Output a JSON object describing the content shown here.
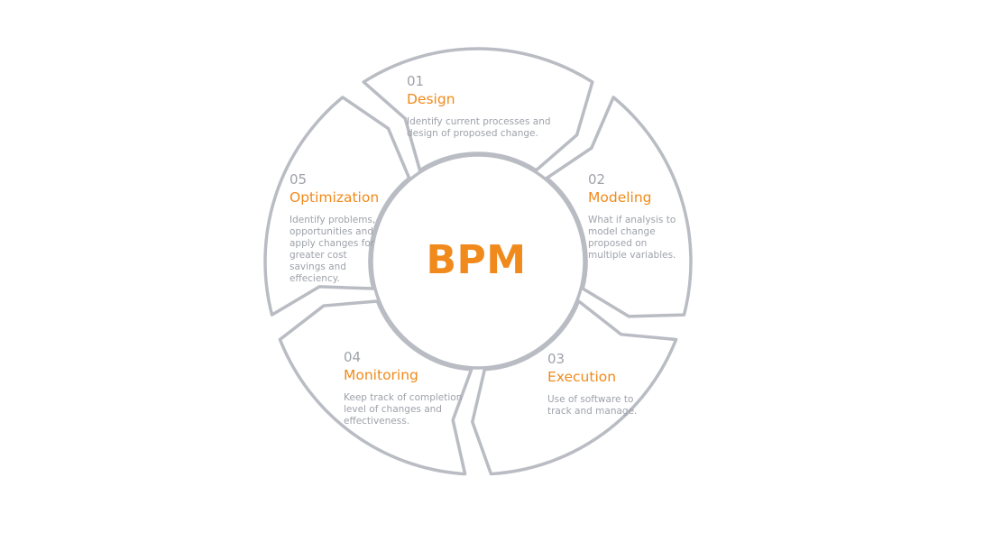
{
  "center_label": "BPM",
  "colors": {
    "accent": "#f08a1c",
    "number": "#9ea2aa",
    "description": "#9ea2aa",
    "outline": "#b9bcc3"
  },
  "steps": [
    {
      "number": "01",
      "title": "Design",
      "description": "Identify current processes and design of proposed change."
    },
    {
      "number": "02",
      "title": "Modeling",
      "description": "What if analysis to model change proposed on multiple variables."
    },
    {
      "number": "03",
      "title": "Execution",
      "description": "Use of software to track and manage."
    },
    {
      "number": "04",
      "title": "Monitoring",
      "description": "Keep track of completion level of changes and effectiveness."
    },
    {
      "number": "05",
      "title": "Optimization",
      "description": "Identify problems, opportunities and apply changes for greater cost savings and effeciency."
    }
  ]
}
